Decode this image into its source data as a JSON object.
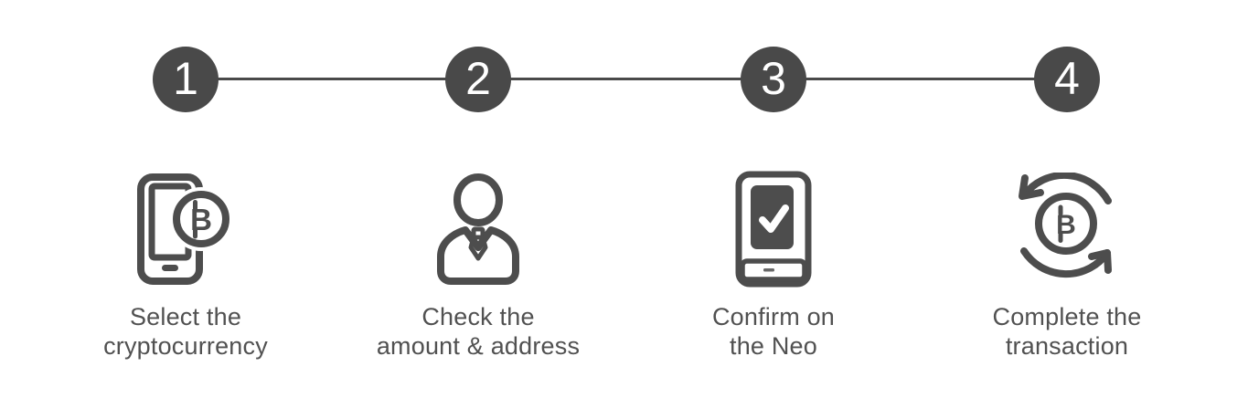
{
  "page": {
    "background_color": "#ffffff",
    "accent_color": "#4a4a4a",
    "text_color": "#515151"
  },
  "stepper": {
    "steps": [
      {
        "number": "1",
        "icon": "phone-bitcoin-icon",
        "bitcoin_symbol": "B",
        "label": "Select the\ncryptocurrency"
      },
      {
        "number": "2",
        "icon": "person-icon",
        "label": "Check the\namount & address"
      },
      {
        "number": "3",
        "icon": "device-check-icon",
        "label": "Confirm on\nthe Neo"
      },
      {
        "number": "4",
        "icon": "bitcoin-cycle-icon",
        "bitcoin_symbol": "B",
        "label": "Complete the\ntransaction"
      }
    ]
  }
}
